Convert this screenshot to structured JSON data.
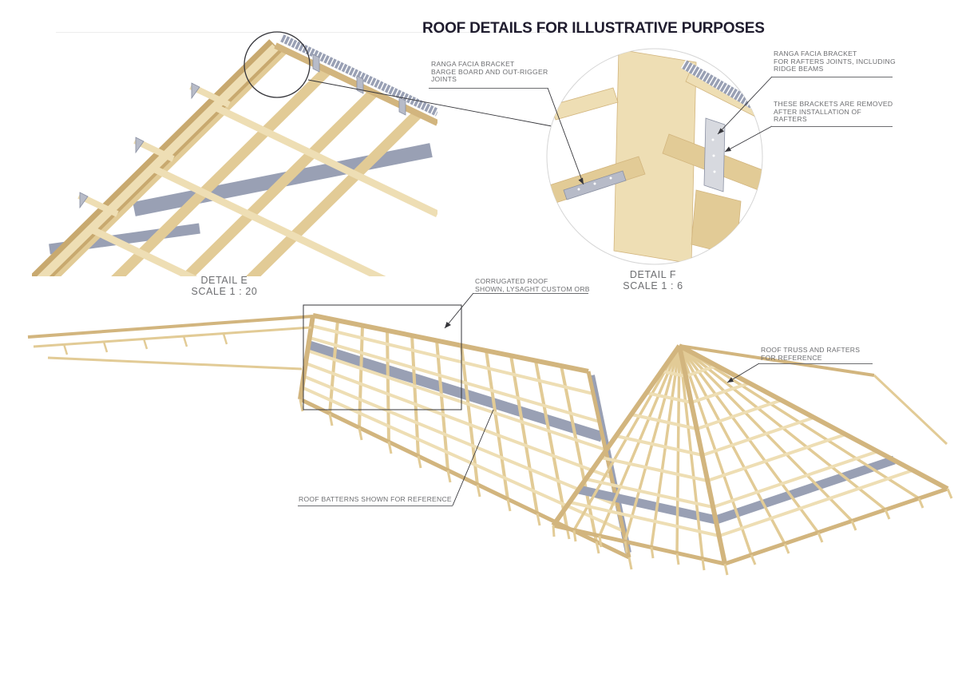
{
  "title": "ROOF DETAILS FOR ILLUSTRATIVE PURPOSES",
  "labels": {
    "barge_joints": "RANGA FACIA BRACKET\nBARGE BOARD AND OUT-RIGGER\nJOINTS",
    "rafter_joints": "RANGA FACIA BRACKET\nFOR RAFTERS JOINTS, INCLUDING\nRIDGE BEAMS",
    "brackets_removed": "THESE BRACKETS ARE REMOVED\nAFTER INSTALLATION OF\nRAFTERS",
    "corrugated_roof": "CORRUGATED ROOF\nSHOWN, LYSAGHT CUSTOM ORB",
    "roof_truss": "ROOF TRUSS AND RAFTERS\nFOR REFERENCE",
    "roof_battens": "ROOF BATTERNS SHOWN FOR REFERENCE"
  },
  "details": {
    "detail_e": {
      "name": "DETAIL E",
      "scale": "SCALE 1 : 20"
    },
    "detail_f": {
      "name": "DETAIL F",
      "scale": "SCALE 1 : 6"
    }
  },
  "colors": {
    "title-color": "#1f1c2e",
    "label-color": "#6d6e71",
    "leader-color": "#35353a",
    "wood-light": "#eedeb4",
    "wood-mid": "#e2cb96",
    "wood-dark": "#d2b57e",
    "wood-edge": "#c8a96f",
    "steel": "#99a0b4",
    "steel-light": "#b7bbc8",
    "steel-bright": "#d7d9df",
    "steel-dark": "#8a90a2"
  }
}
